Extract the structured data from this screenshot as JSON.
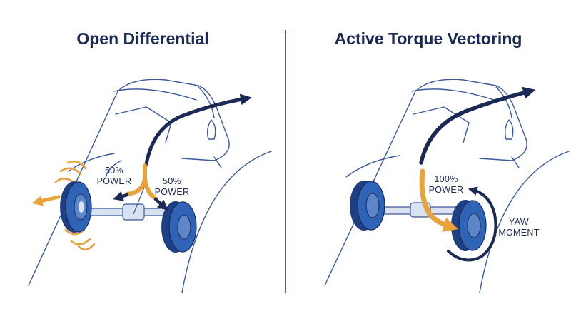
{
  "left_panel": {
    "title": "Open Differential",
    "label_left_pct": "50%",
    "label_left_word": "POWER",
    "label_right_pct": "50%",
    "label_right_word": "POWER"
  },
  "right_panel": {
    "title": "Active Torque Vectoring",
    "label_pct": "100%",
    "label_word": "POWER",
    "yaw_line1": "YAW",
    "yaw_line2": "MOMENT"
  },
  "colors": {
    "navy": "#1b2a55",
    "outline": "#3a5a9a",
    "wheel": "#2f63b5",
    "wheel_dark": "#1d3f86",
    "orange": "#e8a33c",
    "axle": "#d8e2f2"
  }
}
